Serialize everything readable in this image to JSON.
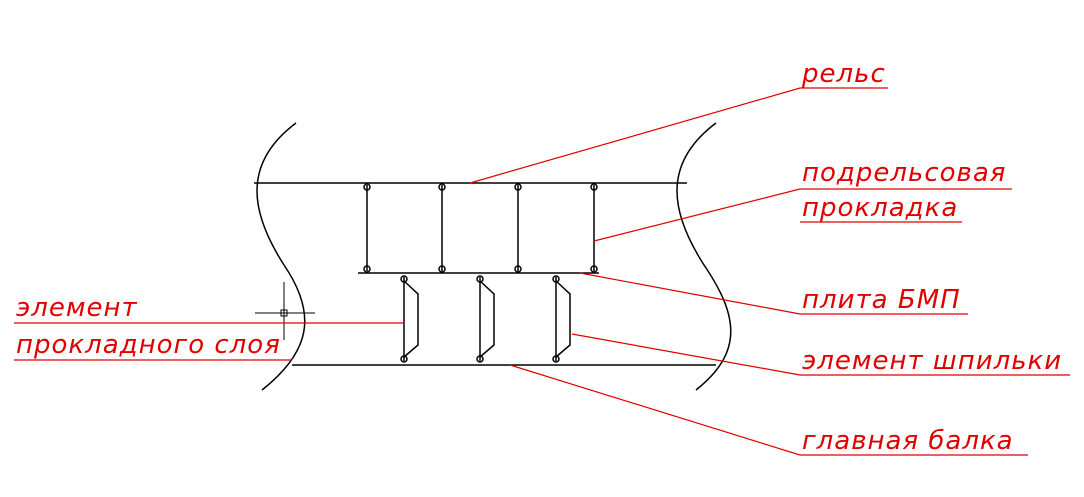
{
  "colors": {
    "structure": "#000000",
    "annotation": "#e00000",
    "background": "#ffffff"
  },
  "labels": {
    "rail": "рельс",
    "pad_line1": "подрельсовая",
    "pad_line2": "прокладка",
    "plate": "плита БМП",
    "stud": "элемент шпильки",
    "beam": "главная балка",
    "layer_line1": "элемент",
    "layer_line2": "прокладного слоя"
  },
  "icons": {
    "cursor": "crosshair-cursor-icon"
  }
}
